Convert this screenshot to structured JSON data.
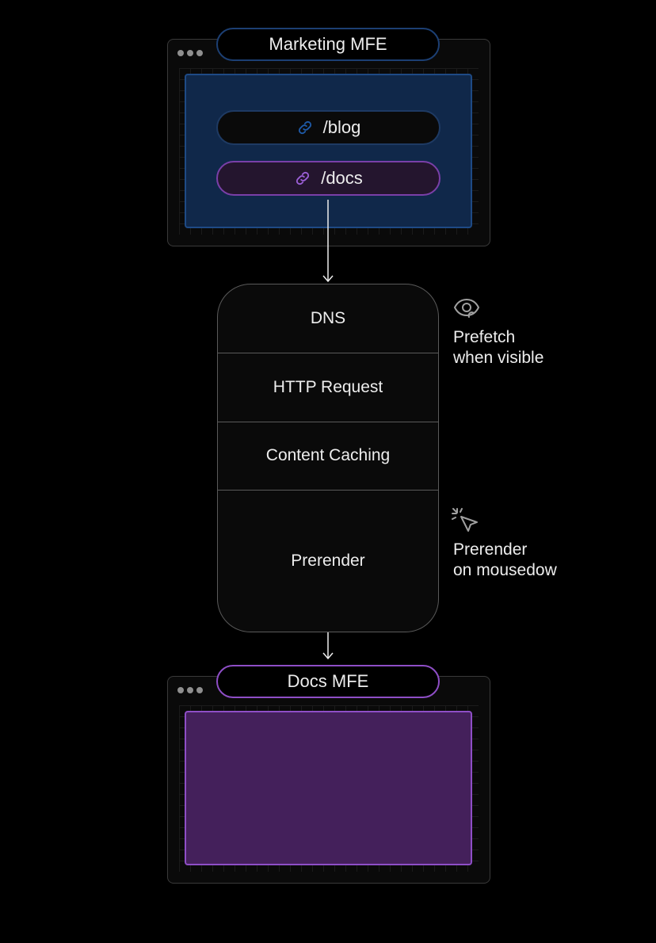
{
  "source_window": {
    "title": "Marketing MFE"
  },
  "links": [
    {
      "label": "/blog",
      "icon": "link-icon",
      "color": "#1e4a85"
    },
    {
      "label": "/docs",
      "icon": "link-icon",
      "color": "#8e4ec6"
    }
  ],
  "stages": [
    "DNS",
    "HTTP Request",
    "Content Caching",
    "Prerender"
  ],
  "annotations": {
    "prefetch": {
      "icon": "eye-icon",
      "line1": "Prefetch",
      "line2": "when visible"
    },
    "prerender": {
      "icon": "cursor-click-icon",
      "line1": "Prerender",
      "line2": "on mousedow"
    }
  },
  "target_window": {
    "title": "Docs MFE"
  },
  "colors": {
    "blue": "#1e4a85",
    "purple": "#8e4ec6",
    "background": "#000000"
  }
}
